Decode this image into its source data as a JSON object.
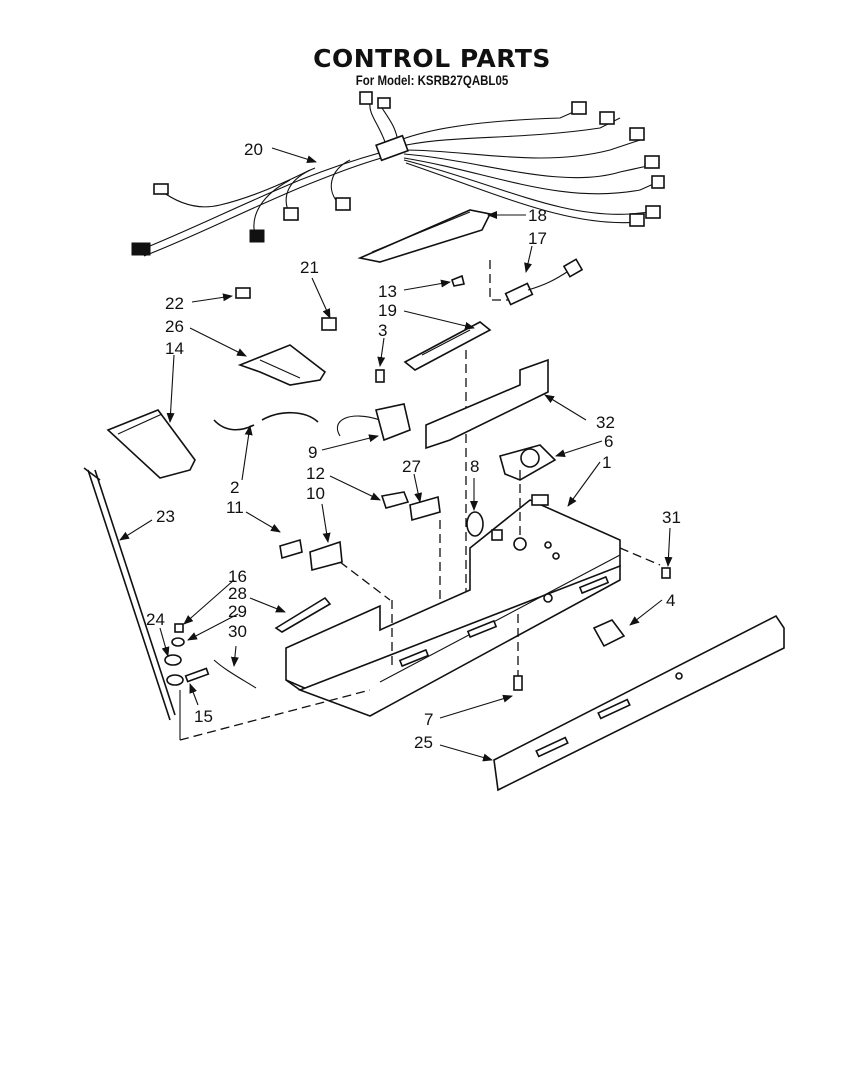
{
  "header": {
    "title": "CONTROL PARTS",
    "subtitle": "For Model: KSRB27QABL05"
  },
  "callouts": {
    "c1": "1",
    "c2": "2",
    "c3": "3",
    "c4": "4",
    "c6": "6",
    "c7": "7",
    "c8": "8",
    "c9": "9",
    "c10": "10",
    "c11": "11",
    "c12": "12",
    "c13": "13",
    "c14": "14",
    "c15": "15",
    "c16": "16",
    "c17": "17",
    "c18": "18",
    "c19": "19",
    "c20": "20",
    "c21": "21",
    "c22": "22",
    "c23": "23",
    "c24": "24",
    "c25": "25",
    "c26": "26",
    "c27": "27",
    "c28": "28",
    "c29": "29",
    "c30": "30",
    "c31": "31",
    "c32": "32"
  }
}
